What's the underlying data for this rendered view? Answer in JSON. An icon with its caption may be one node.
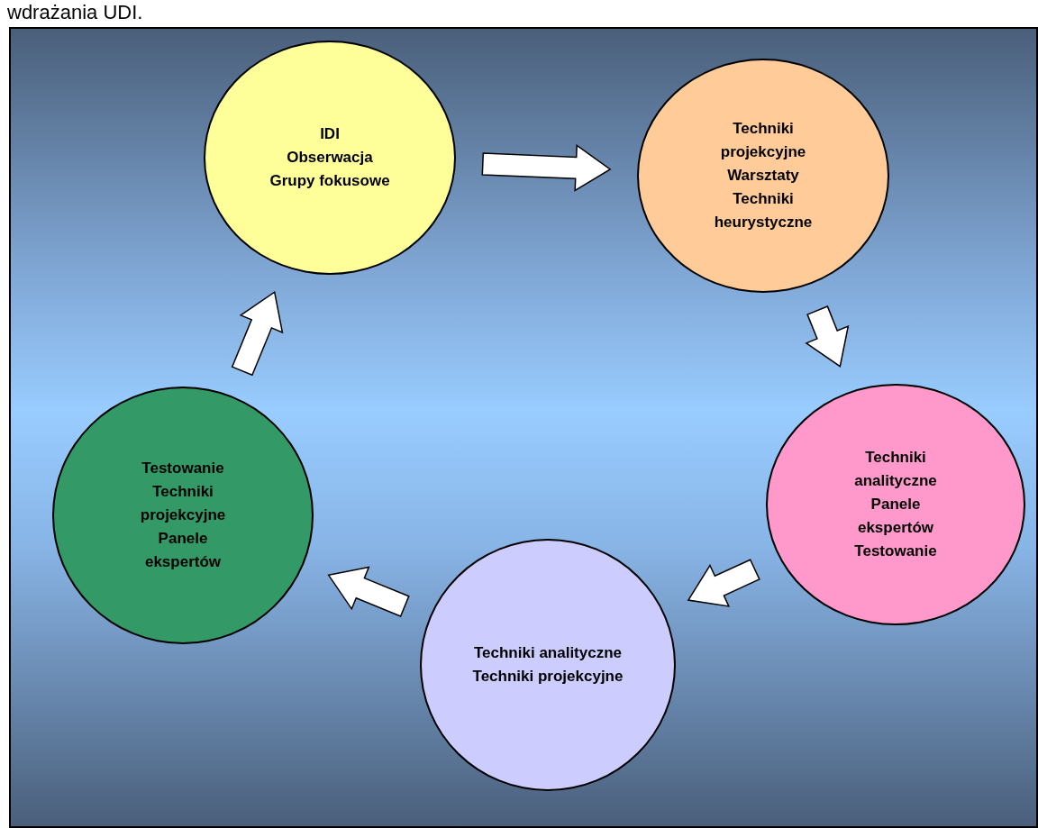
{
  "diagram": {
    "nodes": [
      {
        "text": [
          "IDI",
          "Obserwacja",
          "Grupy fokusowe"
        ]
      },
      {
        "text": [
          "Techniki projekcyjne",
          "Warsztaty",
          "Techniki heurystyczne"
        ]
      },
      {
        "text": [
          "Techniki analityczne",
          "Panele ekspertów",
          "Testowanie"
        ]
      },
      {
        "text": [
          "Techniki analityczne",
          "Techniki projekcyjne"
        ]
      },
      {
        "text": [
          "Testowanie",
          "Techniki projekcyjne",
          "Panele ekspertów"
        ]
      }
    ],
    "edges": [
      {
        "from": 0,
        "to": 1,
        "arrow": "to"
      },
      {
        "from": 1,
        "to": 2,
        "arrow": "to"
      },
      {
        "from": 2,
        "to": 3,
        "arrow": "to"
      },
      {
        "from": 3,
        "to": 4,
        "arrow": "to"
      },
      {
        "from": 4,
        "to": 0,
        "arrow": "to"
      }
    ],
    "labels": [
      "wdrażania UDI."
    ]
  }
}
